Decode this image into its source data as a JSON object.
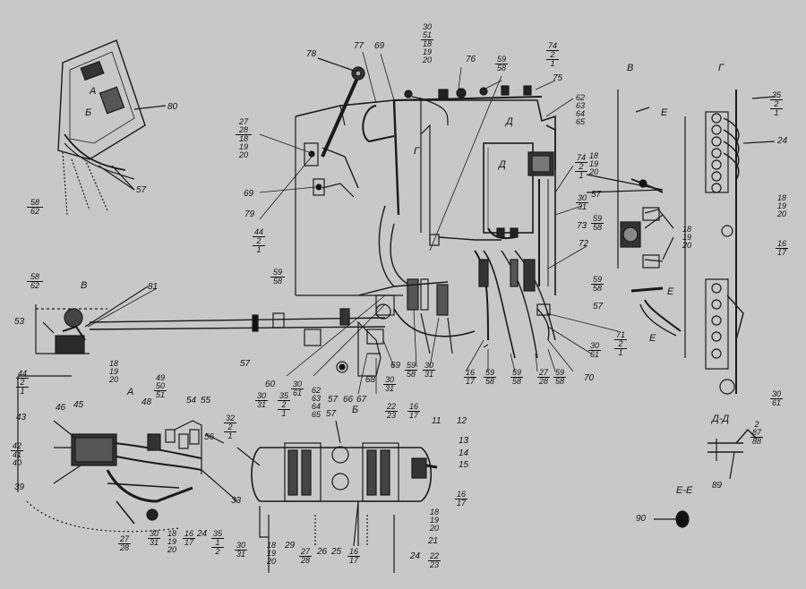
{
  "views": {
    "A": "А",
    "B": "Б",
    "V": "В",
    "G": "Г",
    "D": "Д",
    "DD": "Д-Д",
    "EE": "Е-Е",
    "E": "Е"
  },
  "callouts": {
    "c78": "78",
    "c77": "77",
    "c69a": "69",
    "c76": "76",
    "c75": "75",
    "c80": "80",
    "c57a": "57",
    "c27a": "27",
    "c28a": "28",
    "c18a": "18",
    "c19a": "19",
    "c20a": "20",
    "c69b": "69",
    "c79": "79",
    "c44a": "44",
    "c2a": "2",
    "c1a": "1",
    "c58a": "58",
    "c62a": "62",
    "c81": "81",
    "c53a": "53",
    "c18b": "18",
    "c19b": "19",
    "c20b": "20",
    "c57b": "57",
    "c60": "60",
    "c35a": "35",
    "c2b": "2",
    "c1b": "1",
    "c24": "24",
    "c18c": "18",
    "c19c": "19",
    "c20c": "20",
    "c16a": "16",
    "c17a": "17",
    "c18d": "18",
    "c19d": "19",
    "c20d": "20",
    "c59c": "59",
    "c58c": "58",
    "c57c": "57",
    "c73": "73",
    "c72": "72",
    "c71": "71",
    "c30a": "30",
    "c61a": "61",
    "c70": "70",
    "c44b": "44",
    "c2c": "2",
    "c1c": "1",
    "c46a": "46",
    "c45": "45",
    "c43": "43",
    "c42": "42",
    "c41": "41",
    "c40": "40",
    "c39": "39",
    "c49": "49",
    "c50": "50",
    "c51a": "51",
    "c48": "48",
    "c54": "54",
    "c55": "55",
    "c56": "56",
    "c33b": "33",
    "c27b": "27",
    "c28b": "28",
    "c30b": "30",
    "c31b": "31",
    "c18e": "18",
    "c19e": "19",
    "c20e": "20",
    "c16b": "16",
    "c17b": "17",
    "c24b": "24",
    "c35b": "35",
    "c1d": "1",
    "c2d": "2",
    "c32": "32",
    "c2e": "2",
    "c1e": "1",
    "c30c": "30",
    "c31c": "31",
    "c35c": "35",
    "c2f": "2",
    "c1f": "1",
    "c57d": "57",
    "c22a": "22",
    "c23a": "23",
    "c16c": "16",
    "c17c": "17",
    "c11": "11",
    "c12": "12",
    "c13": "13",
    "c14": "14",
    "c15": "15",
    "c16d": "16",
    "c17d": "17",
    "c18f": "18",
    "c19f": "19",
    "c20f": "20",
    "c21": "21",
    "c22b": "22",
    "c23b": "23",
    "c30d": "30",
    "c31d": "31",
    "c18g": "18",
    "c19g": "19",
    "c20g": "20",
    "c29": "29",
    "c27c": "27",
    "c28c": "28",
    "c26": "26",
    "c25": "25",
    "c16e": "16",
    "c17e": "17",
    "c24c": "24",
    "c30e": "30",
    "c61b": "61",
    "c90": "90",
    "c89": "89",
    "c2g": "2",
    "c87": "87",
    "c88": "88",
    "c18h": "18",
    "c19h": "19",
    "c20h": "20",
    "c16f": "16",
    "c17f": "17",
    "c62b": "62",
    "c63a": "63",
    "c64a": "64",
    "c65a": "65",
    "c30f": "30",
    "c61c": "61",
    "c66": "66",
    "c67": "67",
    "c68": "68",
    "c30g": "30",
    "c31g": "31",
    "c69c": "69",
    "c59d": "59",
    "c58d": "58",
    "c30h": "30",
    "c31h": "31",
    "c16g": "16",
    "c17g": "17",
    "c59e": "59",
    "c58e": "58",
    "c59f": "59",
    "c58f": "58",
    "c27d": "27",
    "c28d": "28",
    "c59g": "59",
    "c58g": "58",
    "c74": "74",
    "c2h": "2",
    "c1h": "1",
    "c59h": "59",
    "c58h": "58",
    "c30i": "30",
    "c51b": "51",
    "c18i": "18",
    "c19i": "19",
    "c20i": "20",
    "c62c": "62",
    "c63b": "63",
    "c64b": "64",
    "c65b": "65",
    "c74b": "74",
    "c2i": "2",
    "c1i": "1",
    "c30j": "30",
    "c31j": "31",
    "c59i": "59",
    "c58i": "58",
    "c57e": "57",
    "c59j": "59",
    "c58j": "58",
    "c69d": "69",
    "c57f": "57",
    "c59k": "59",
    "c58k": "58",
    "c35d": "35",
    "c2j": "2",
    "c1j": "1"
  },
  "colors": {
    "background": "#c8c8c8",
    "ink": "#111111"
  }
}
